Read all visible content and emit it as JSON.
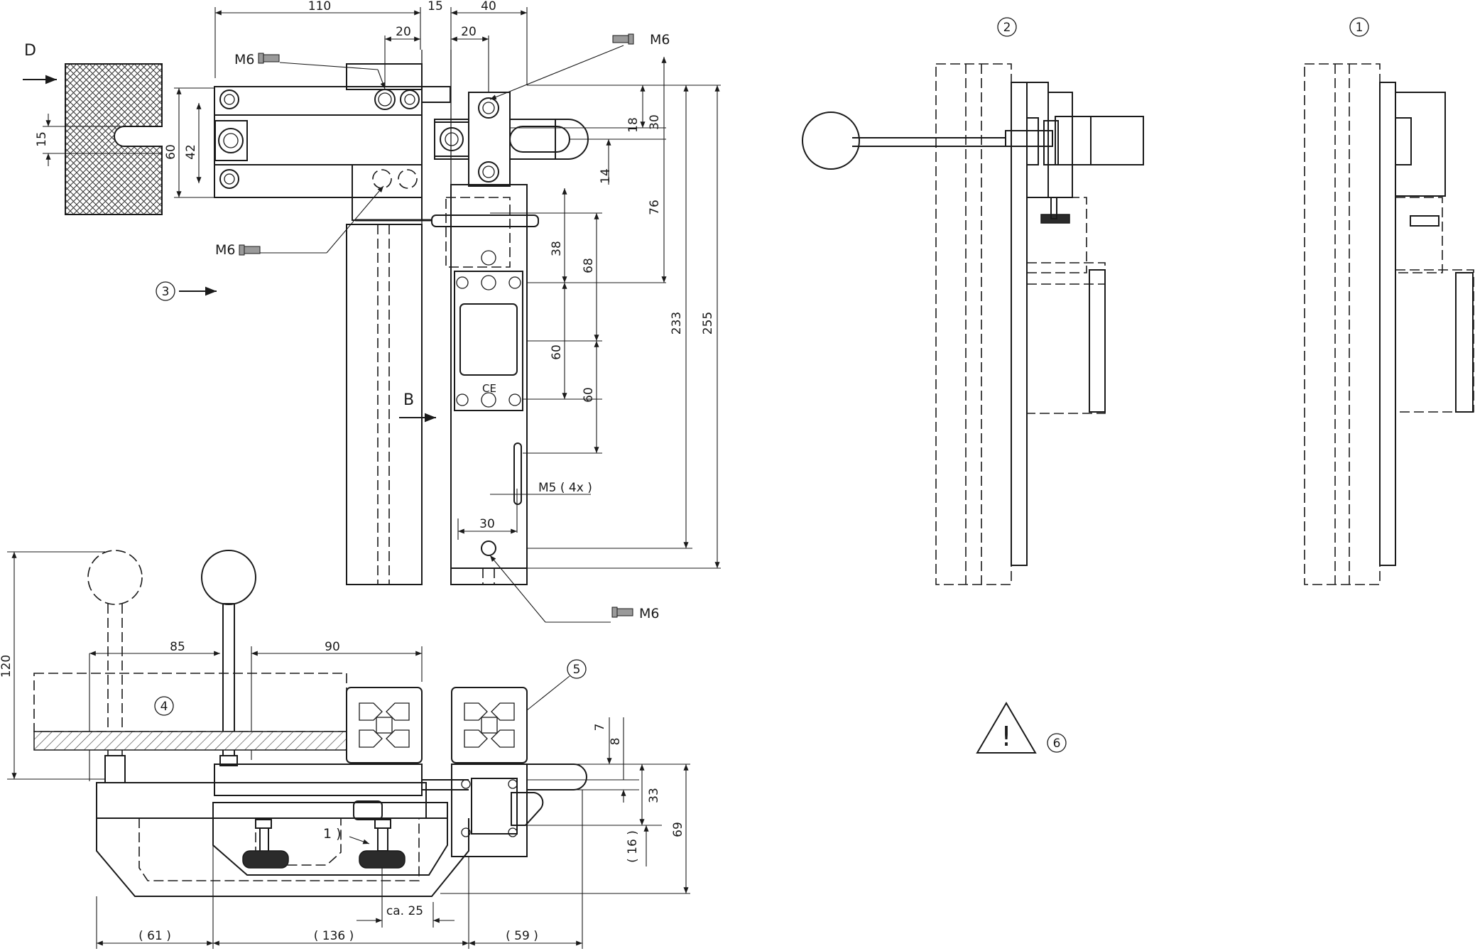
{
  "dimensions": {
    "d110": "110",
    "d15_top": "15",
    "d40": "40",
    "d20_left": "20",
    "d20_right": "20",
    "d15_left": "15",
    "d60_left": "60",
    "d42": "42",
    "d18": "18",
    "d30_right": "30",
    "d14": "14",
    "d76": "76",
    "d38": "38",
    "d68": "68",
    "d233": "233",
    "d255": "255",
    "d60_mid": "60",
    "d60_right": "60",
    "d30_bottom": "30",
    "d120": "120",
    "d85": "85",
    "d90": "90",
    "d7": "7",
    "d8": "8",
    "d33": "33",
    "d16": "( 16 )",
    "d69": "69",
    "ca25": "ca. 25",
    "d61": "( 61 )",
    "d136": "( 136 )",
    "d59": "( 59 )"
  },
  "labels": {
    "view_d": "D",
    "view_b": "B",
    "callout_3": "3",
    "callout_2": "2",
    "callout_1": "1",
    "callout_4": "4",
    "callout_5": "5",
    "callout_6": "6",
    "note_1": "1 )",
    "screw_m6_a": "M6",
    "screw_m6_b": "M6",
    "screw_m6_c": "M6",
    "screw_m6_d": "M6",
    "m5_4x": "M5 ( 4x )",
    "ce_mark": "CE",
    "warning_symbol": "!"
  },
  "icons": {
    "screw": "screw-icon",
    "warning": "warning-triangle-icon",
    "arrow": "view-arrow-icon"
  },
  "colors": {
    "line": "#1a1a1a",
    "screw_fill": "#9a9a9a",
    "dark_fill": "#2b2b2b",
    "background": "#ffffff"
  }
}
